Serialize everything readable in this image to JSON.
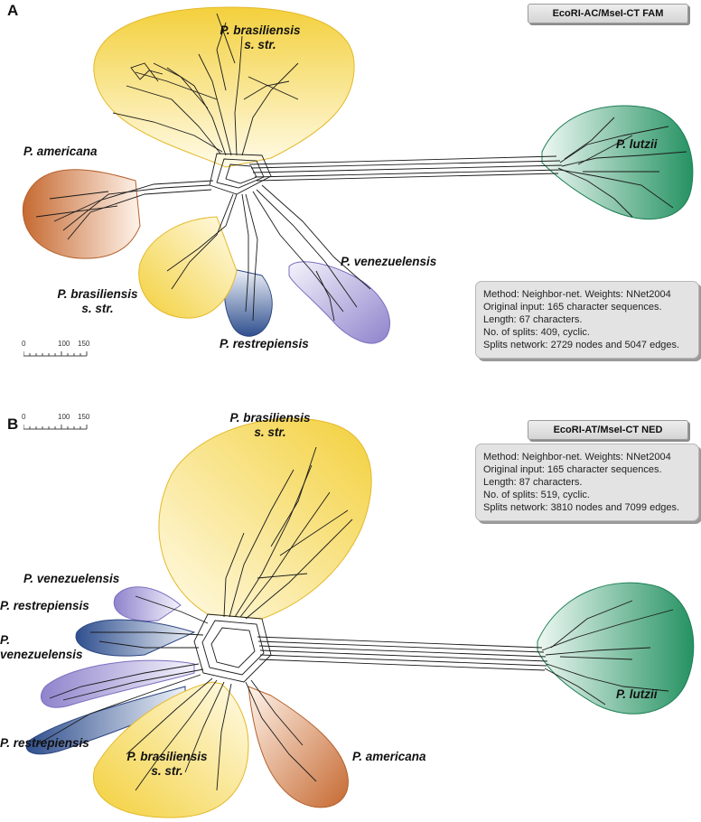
{
  "panel_a": {
    "letter": "A",
    "marker": "EcoRI-AC/MseI-CT  FAM",
    "info": [
      "Method: Neighbor-net. Weights: NNet2004",
      "Original input: 165 character sequences.",
      "Length: 67 characters.",
      "No. of splits: 409, cyclic.",
      "Splits network: 2729 nodes and 5047 edges."
    ],
    "scale": [
      "0",
      "100",
      "150"
    ],
    "labels": {
      "brasiliensis_top_1": "P. brasiliensis",
      "brasiliensis_top_2": "s. str.",
      "americana": "P. americana",
      "lutzii": "P. lutzii",
      "venezuelensis": "P. venezuelensis",
      "brasiliensis_bottom_1": "P. brasiliensis",
      "brasiliensis_bottom_2": "s. str.",
      "restrepiensis": "P. restrepiensis"
    }
  },
  "panel_b": {
    "letter": "B",
    "marker": "EcoRI-AT/MseI-CT  NED",
    "info": [
      "Method: Neighbor-net. Weights: NNet2004",
      "Original input: 165 character sequences.",
      "Length: 87 characters.",
      "No. of splits: 519, cyclic.",
      "Splits network: 3810 nodes and 7099 edges."
    ],
    "scale": [
      "0",
      "100",
      "150"
    ],
    "labels": {
      "brasiliensis_top_1": "P. brasiliensis",
      "brasiliensis_top_2": "s. str.",
      "venezuelensis_1": "P. venezuelensis",
      "restrepiensis_1": "P. restrepiensis",
      "venezuelensis_2a": "P.",
      "venezuelensis_2b": "venezuelensis",
      "restrepiensis_2": "P. restrepiensis",
      "brasiliensis_bottom_1": "P. brasiliensis",
      "brasiliensis_bottom_2": "s. str.",
      "americana": "P. americana",
      "lutzii": "P. lutzii"
    }
  },
  "colors": {
    "yellow": "#f2d44a",
    "orange": "#c8713a",
    "green": "#2e9a6c",
    "purple": "#9b8fd0",
    "blue": "#3f5f9e",
    "network": "#1a1a1a"
  }
}
